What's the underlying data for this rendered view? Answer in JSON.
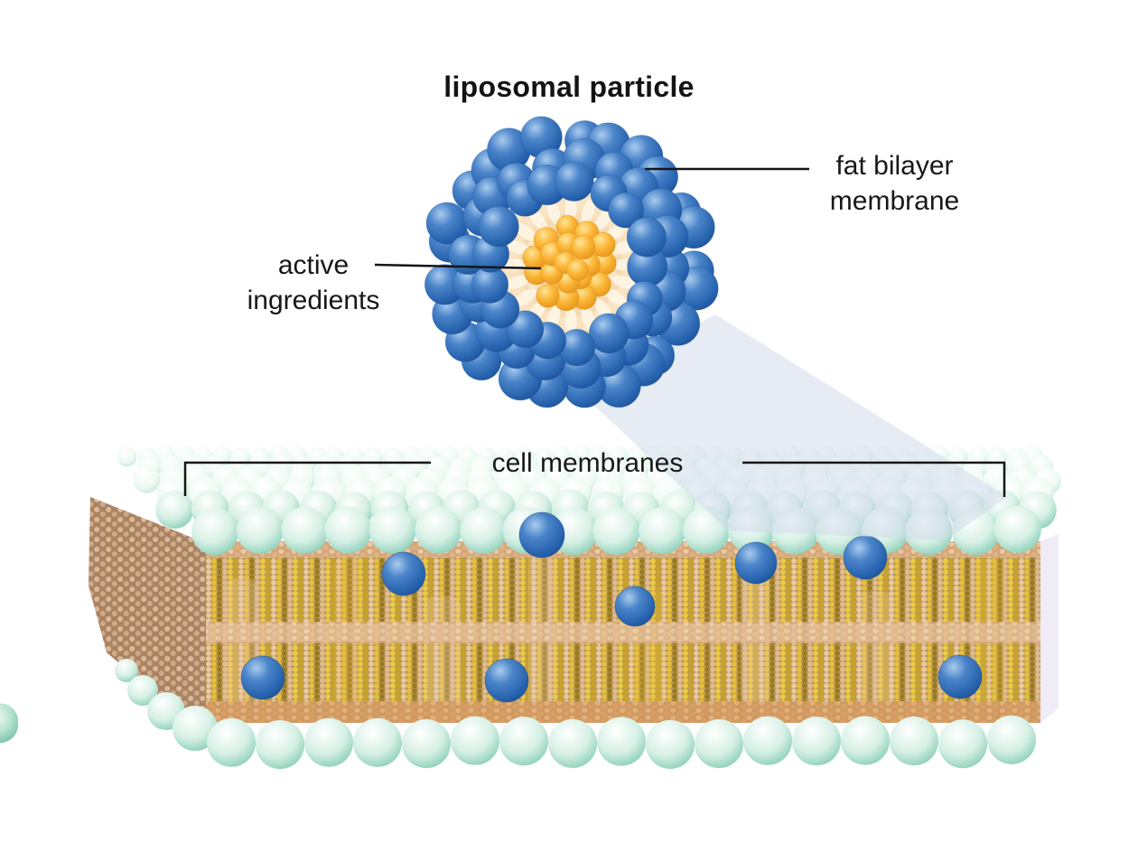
{
  "title": "liposomal particle",
  "labels": {
    "fat_bilayer": {
      "line1": "fat bilayer",
      "line2": "membrane"
    },
    "active_ingredients": {
      "line1": "active",
      "line2": "ingredients"
    },
    "cell_membranes": "cell membranes"
  },
  "membrane": {
    "embedded_particle_count": 8
  },
  "colors": {
    "background": "#ffffff",
    "text": "#141414",
    "leader_line": "#151515",
    "particle_blue": "#3a77bf",
    "particle_blue_dark": "#1b4c92",
    "active_ingredient_orange": "#fbb637",
    "core_peach": "#f8e3c2",
    "membrane_head_teal": "#aaddc9",
    "membrane_tail_gold": "#e7bf3b",
    "membrane_tail_pink": "#eac9a2",
    "cone_blue": "#cdd8e9"
  }
}
